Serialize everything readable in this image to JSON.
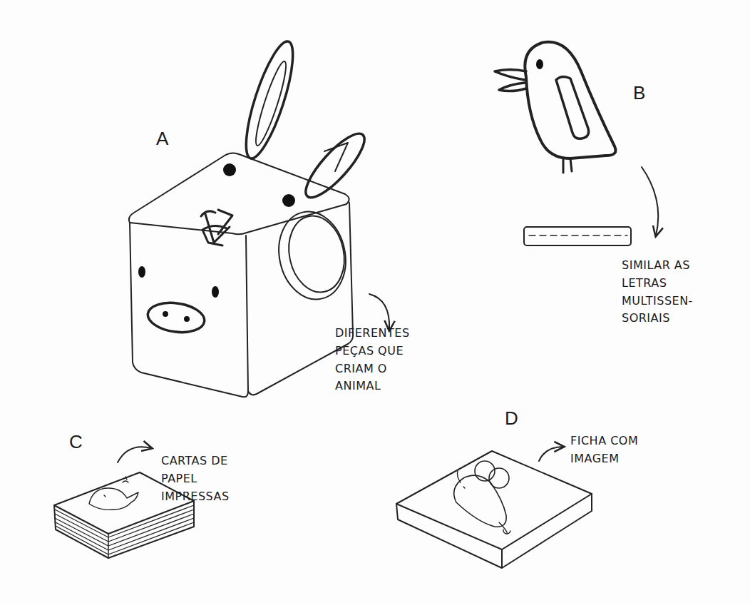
{
  "diagram": {
    "labels": [
      "A",
      "B",
      "C",
      "D",
      "DIFERENTES PEÇAS QUE CRIAM O ANIMAL",
      "SIMILAR AS LETRAS MULTISSEN- SORIAIS",
      "CARTAS DE PAPEL IMPRESSAS",
      "FICHA COM IMAGEM"
    ]
  }
}
